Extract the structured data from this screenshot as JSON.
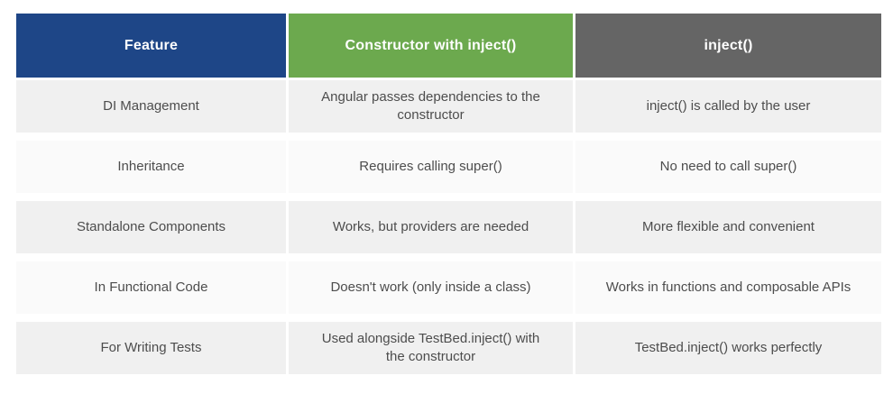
{
  "table": {
    "columns": [
      {
        "label": "Feature",
        "color": "#1e4687"
      },
      {
        "label": "Constructor with inject()",
        "color": "#6ca94e"
      },
      {
        "label": "inject()",
        "color": "#656565"
      }
    ],
    "rows": [
      [
        "DI Management",
        "Angular passes dependencies to the constructor",
        "inject() is called by the user"
      ],
      [
        "Inheritance",
        "Requires calling super()",
        "No need to call super()"
      ],
      [
        "Standalone Components",
        "Works, but providers are needed",
        "More flexible and convenient"
      ],
      [
        "In Functional Code",
        "Doesn't work (only inside a class)",
        "Works in functions and composable APIs"
      ],
      [
        "For Writing Tests",
        "Used alongside TestBed.inject() with the constructor",
        "TestBed.inject() works perfectly"
      ]
    ],
    "colors": {
      "row_odd_bg": "#f0f0f0",
      "row_even_bg": "#fafafa",
      "body_text": "#4d4d4d",
      "header_text": "#ffffff"
    }
  }
}
